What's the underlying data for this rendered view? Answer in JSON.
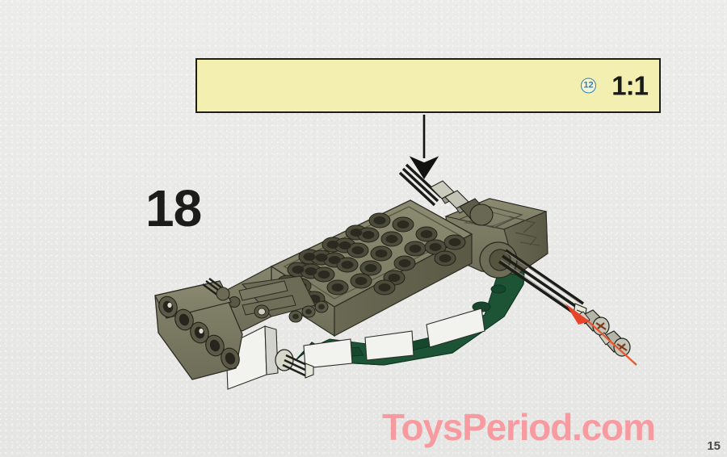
{
  "page": {
    "background_color": "#e9e9e7",
    "page_number": "15",
    "watermark": "ToysPeriod.com",
    "watermark_color": "#f79ba0"
  },
  "step": {
    "number": "18",
    "number_color": "#1c1c1c"
  },
  "callout": {
    "quantity": "12",
    "quantity_color": "#2e80b8",
    "scale": "1:1",
    "background_color": "#f2efb0",
    "border_color": "#211f15",
    "part_description": "black technic axle with two light-gray bushings"
  },
  "model": {
    "description": "LEGO Technic vehicle chassis sub-assembly, isometric view",
    "colors": {
      "olive_plate": "#7d7c63",
      "olive_plate_dark": "#5d5c49",
      "olive_plate_light": "#93927a",
      "dark_green_base": "#1f5538",
      "dark_green_base_shade": "#16452c",
      "white_panel": "#f5f5f2",
      "white_panel_shade": "#d6d6d2",
      "axle_black": "#22221f",
      "bushing_gray": "#b9b9ac",
      "stud_dark": "#3a3a30"
    },
    "parts": [
      {
        "name": "stud-plate",
        "label": "6x5 studded plate"
      },
      {
        "name": "technic-beam-left",
        "label": "Technic beam with holes"
      },
      {
        "name": "green-hull-base",
        "label": "dark green curved base"
      },
      {
        "name": "white-side-panel",
        "label": "white side panels"
      },
      {
        "name": "axle-top",
        "label": "axle entering from top"
      },
      {
        "name": "axle-right",
        "label": "axle protruding to the right"
      },
      {
        "name": "bushing-pair",
        "label": "two bushings to attach"
      }
    ]
  },
  "arrows": [
    {
      "name": "callout-placement-arrow",
      "color": "#111111",
      "direction": "down"
    },
    {
      "name": "bushing-attach-arrow",
      "color": "#e8442a",
      "direction": "up-left"
    }
  ]
}
